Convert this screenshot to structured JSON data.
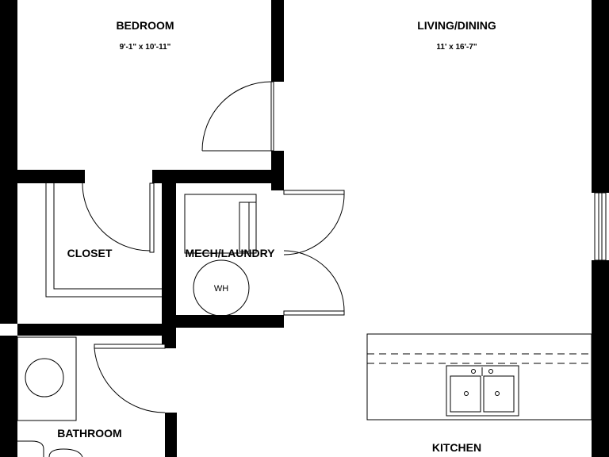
{
  "rooms": {
    "bedroom": {
      "name": "BEDROOM",
      "dims": "9'-1\" x 10'-11\""
    },
    "living": {
      "name": "LIVING/DINING",
      "dims": "11' x 16'-7\""
    },
    "closet": {
      "name": "CLOSET"
    },
    "mech": {
      "name": "MECH/LAUNDRY"
    },
    "bathroom": {
      "name": "BATHROOM"
    },
    "kitchen": {
      "name": "KITCHEN"
    }
  },
  "fixtures": {
    "water_heater": "WH"
  },
  "colors": {
    "wall": "#000000",
    "background": "#ffffff"
  }
}
